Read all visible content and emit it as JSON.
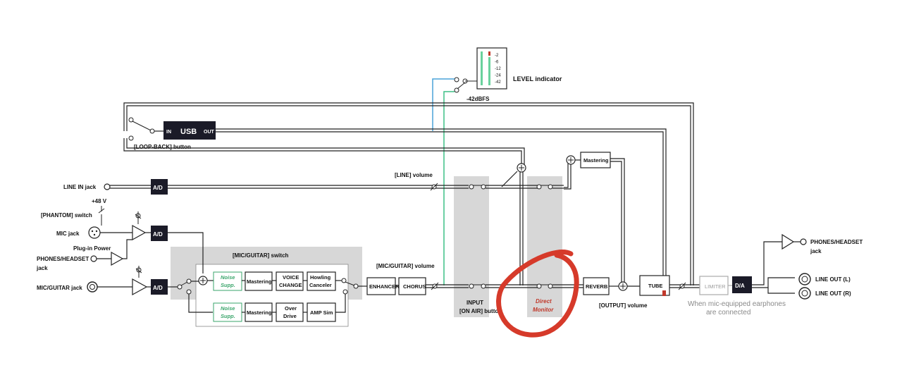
{
  "labels": {
    "level_indicator": "LEVEL indicator",
    "minus42": "-42dBFS",
    "usb": "USB",
    "usb_in": "IN",
    "usb_out": "OUT",
    "loopback": "[LOOP-BACK] button",
    "line_in_jack": "LINE IN jack",
    "line_volume": "[LINE] volume",
    "plus48": "+48 V",
    "phantom": "[PHANTOM] switch",
    "mic_jack": "MIC jack",
    "plugin_power": "Plug-in Power",
    "phones_headset_left_1": "PHONES/HEADSET",
    "phones_headset_left_2": "jack",
    "mic_guitar_jack": "MIC/GUITAR jack",
    "mic_guitar_switch": "[MIC/GUITAR] switch",
    "mic_guitar_volume": "[MIC/GUITAR] volume",
    "input_button_1": "INPUT",
    "input_button_2": "[ON AIR] button",
    "direct_monitor_1": "Direct",
    "direct_monitor_2": "Monitor",
    "output_volume": "[OUTPUT] volume",
    "earphones_note_1": "When mic-equipped earphones",
    "earphones_note_2": "are connected",
    "phones_headset_right_1": "PHONES/HEADSET",
    "phones_headset_right_2": "jack",
    "line_out_l": "LINE OUT (L)",
    "line_out_r": "LINE OUT (R)"
  },
  "blocks": {
    "ad": "A/D",
    "da": "D/A",
    "noise_supp_1": "Noise",
    "noise_supp_2": "Supp.",
    "mastering": "Mastering",
    "voice_change_1": "VOICE",
    "voice_change_2": "CHANGE",
    "howling_1": "Howling",
    "howling_2": "Canceler",
    "over_drive_1": "Over",
    "over_drive_2": "Drive",
    "amp_sim": "AMP Sim",
    "enhancer": "ENHANCER",
    "chorus": "CHORUS",
    "reverb": "REVERB",
    "tube": "TUBE",
    "limiter": "LIMITER"
  },
  "meter_ticks": [
    "-2",
    "-6",
    "-12",
    "-24",
    "-42"
  ],
  "colors": {
    "green_path": "#3dbf86",
    "blue_path": "#4aa3d8",
    "annotation_red": "#d63a2a",
    "panel_grey": "#d7d7d7",
    "dark_block": "#1b1b28"
  }
}
